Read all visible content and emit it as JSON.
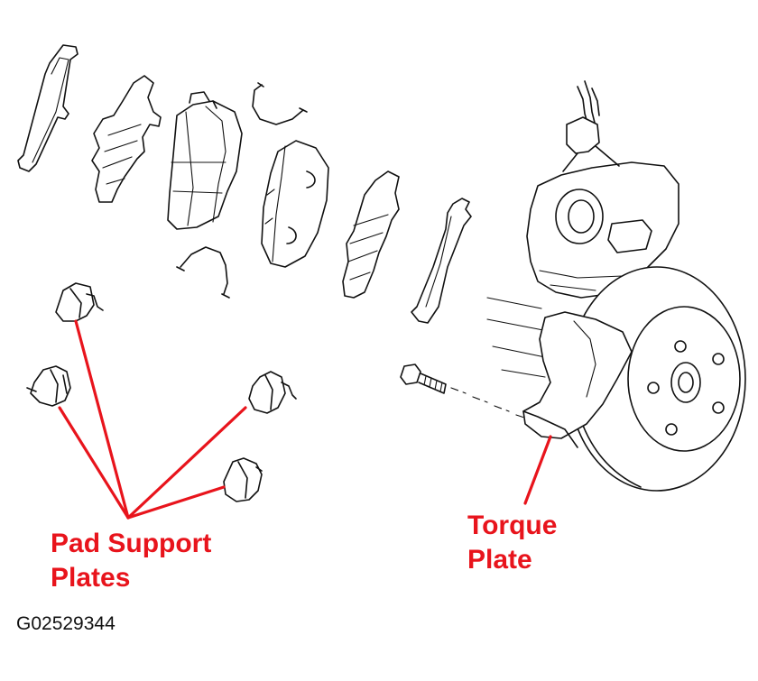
{
  "labels": {
    "pad_support_line1": "Pad Support",
    "pad_support_line2": "Plates",
    "torque_line1": "Torque",
    "torque_line2": "Plate"
  },
  "figure_code": "G02529344",
  "colors": {
    "label_red": "#e8141c",
    "line_art": "#111111",
    "background": "#ffffff"
  }
}
